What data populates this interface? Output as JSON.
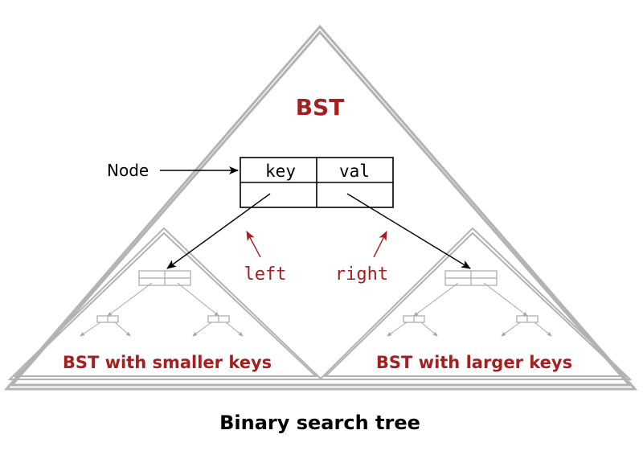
{
  "colors": {
    "accent_red": "#a32020",
    "triangle_gray": "#b3b3b3",
    "node_border": "#000000"
  },
  "diagram": {
    "root_label": "BST",
    "node_label": "Node",
    "node_fields": {
      "key": "key",
      "val": "val"
    },
    "link_labels": {
      "left": "left",
      "right": "right"
    },
    "left_subtree_label": "BST with smaller keys",
    "right_subtree_label": "BST with larger keys",
    "caption": "Binary search tree"
  }
}
